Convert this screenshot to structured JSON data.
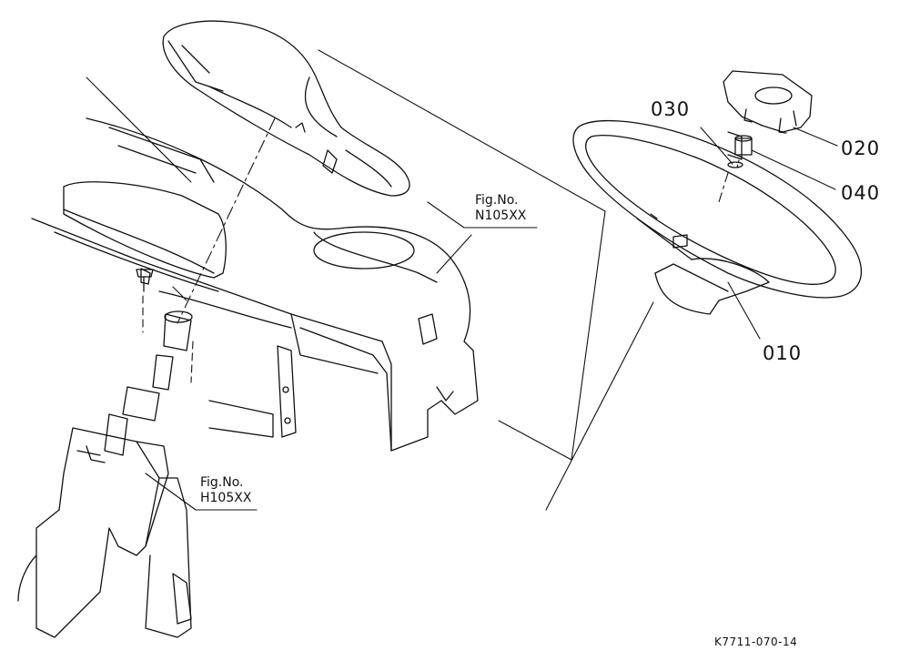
{
  "parts": [
    {
      "id": "010",
      "label": "010"
    },
    {
      "id": "020",
      "label": "020"
    },
    {
      "id": "030",
      "label": "030"
    },
    {
      "id": "040",
      "label": "040"
    }
  ],
  "figure_refs": [
    {
      "line1": "Fig.No.",
      "line2": "N105XX"
    },
    {
      "line1": "Fig.No.",
      "line2": "H105XX"
    }
  ],
  "drawing_code": "K7711-070-14"
}
